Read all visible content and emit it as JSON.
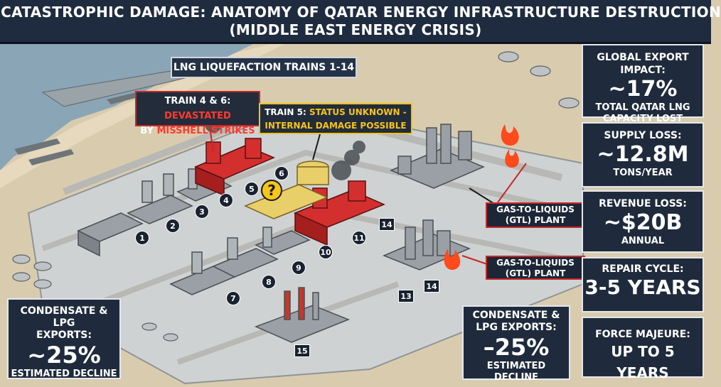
{
  "header": {
    "line1": "‘ CATASTROPHIC DAMAGE: ANATOMY OF QATAR ENERGY INFRASTRUCTURE DESTRUCTION",
    "line2": "(MIDDLE EAST ENERGY CRISIS)"
  },
  "map": {
    "lng_banner": "LNG LIQUEFACTION TRAINS 1-14",
    "train46": {
      "prefix": "TRAIN 4 & 6: ",
      "status": "DEVASTATED",
      "by": "BY ",
      "cause": "MISSHELL STRIKES"
    },
    "train5": {
      "prefix": "TRAIN 5: ",
      "status": "STATUS UNKNOWN -",
      "detail": "INTERNAL DAMAGE POSSIBLE"
    },
    "question_mark": "?",
    "gtl_labels": [
      {
        "line1": "GAS-TO-LIQUIDS",
        "line2": "(GTL) PLANT"
      },
      {
        "line1": "GAS-TO-LIQUIDS",
        "line2": "(GTL) PLANT"
      }
    ],
    "markers": [
      "1",
      "2",
      "3",
      "4",
      "5",
      "6",
      "7",
      "8",
      "9",
      "10",
      "11",
      "13",
      "14",
      "14",
      "15"
    ]
  },
  "stats": [
    {
      "label": "GLOBAL EXPORT IMPACT:",
      "value": "~17%",
      "sub1": "TOTAL QATAR LNG",
      "sub2": "CAPACITY LOST"
    },
    {
      "label": "SUPPLY LOSS:",
      "value": "~12.8M",
      "sub1": "TONS/YEAR",
      "sub2": ""
    },
    {
      "label": "REVENUE LOSS:",
      "value": "~$20B",
      "sub1": "ANNUAL",
      "sub2": ""
    },
    {
      "label": "REPAIR CYCLE:",
      "value": "3-5 YEARS",
      "sub1": "",
      "sub2": ""
    },
    {
      "label": "FORCE MAJEURE:",
      "value": "UP TO 5 YEARS",
      "sub1": "",
      "sub2": ""
    }
  ],
  "condensate_left": {
    "label1": "CONDENSATE & LPG",
    "label2": "EXPORTS:",
    "value": "~25%",
    "sub": "ESTIMATED DECLINE"
  },
  "condensate_mid": {
    "label1": "CONDENSATE &",
    "label2": "LPG EXPORTS:",
    "value": "–25%",
    "sub": "ESTIMATED DECLINE"
  },
  "colors": {
    "panel": "#1f2b3c",
    "damage_red": "#d32f2f",
    "unknown_yellow": "#f0c419",
    "sea": "#8aa6b6",
    "land": "#d9ccae",
    "road": "#b8b8b4"
  }
}
